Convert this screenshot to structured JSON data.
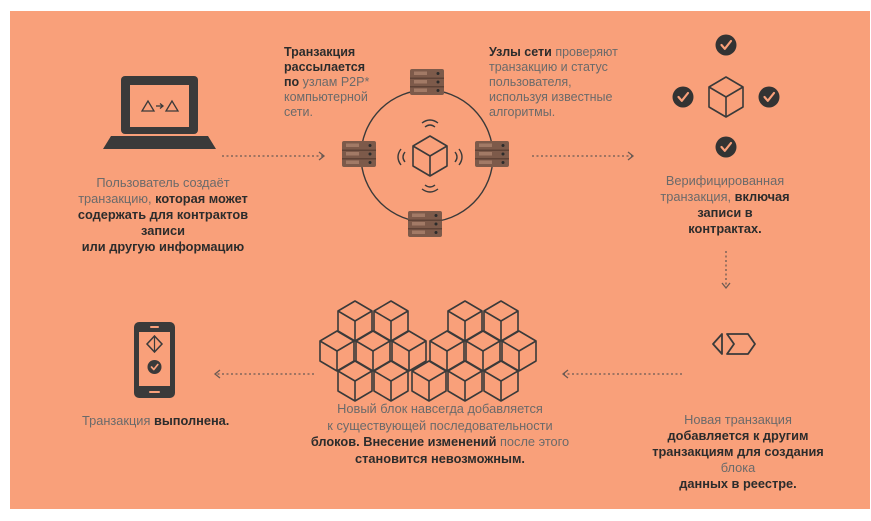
{
  "colors": {
    "background": "#f9a07a",
    "dark": "#333333",
    "server": "#7d5a4a",
    "server_light": "#a27a66",
    "light_text": "#6b6a6a"
  },
  "steps": {
    "create": {
      "line1": "Пользователь создаёт",
      "line2_plain": "транзакцию, ",
      "line2_bold": "которая может",
      "line3": "содержать для контрактов записи",
      "line4": "или другую информацию"
    },
    "broadcast": {
      "line1": "Транзакция",
      "line2": "рассылается",
      "line3_bold": "по",
      "line3_plain": " узлам P2P*",
      "line4": "компьютерной",
      "line5": "сети."
    },
    "validate": {
      "line1_bold": "Узлы сети",
      "line1_plain": " проверяют",
      "line2": "транзакцию и статус",
      "line3": "пользователя,",
      "line4": "используя известные",
      "line5": "алгоритмы."
    },
    "verified": {
      "line1": "Верифицированная",
      "line2_plain": "транзакция, ",
      "line2_bold": "включая",
      "line3": "записи в",
      "line4": "контрактах."
    },
    "new_block": {
      "line1": "Новая транзакция",
      "line2": "добавляется к другим",
      "line3_bold": "транзакциям для создания",
      "line3_plain": " блока",
      "line4": "данных в реестре."
    },
    "chain": {
      "line1": "Новый блок навсегда добавляется",
      "line2": "к существующей последовательности",
      "line3_bold": "блоков. Внесение изменений",
      "line3_plain": " после этого",
      "line4": "становится невозможным."
    },
    "done": {
      "plain": "Транзакция ",
      "bold": "выполнена."
    }
  },
  "icons": {
    "laptop": "laptop-icon",
    "network": "p2p-network-icon",
    "validation": "validation-checkmarks-icon",
    "block": "block-icon",
    "blockchain": "blockchain-cubes-icon",
    "phone": "smartphone-check-icon"
  }
}
